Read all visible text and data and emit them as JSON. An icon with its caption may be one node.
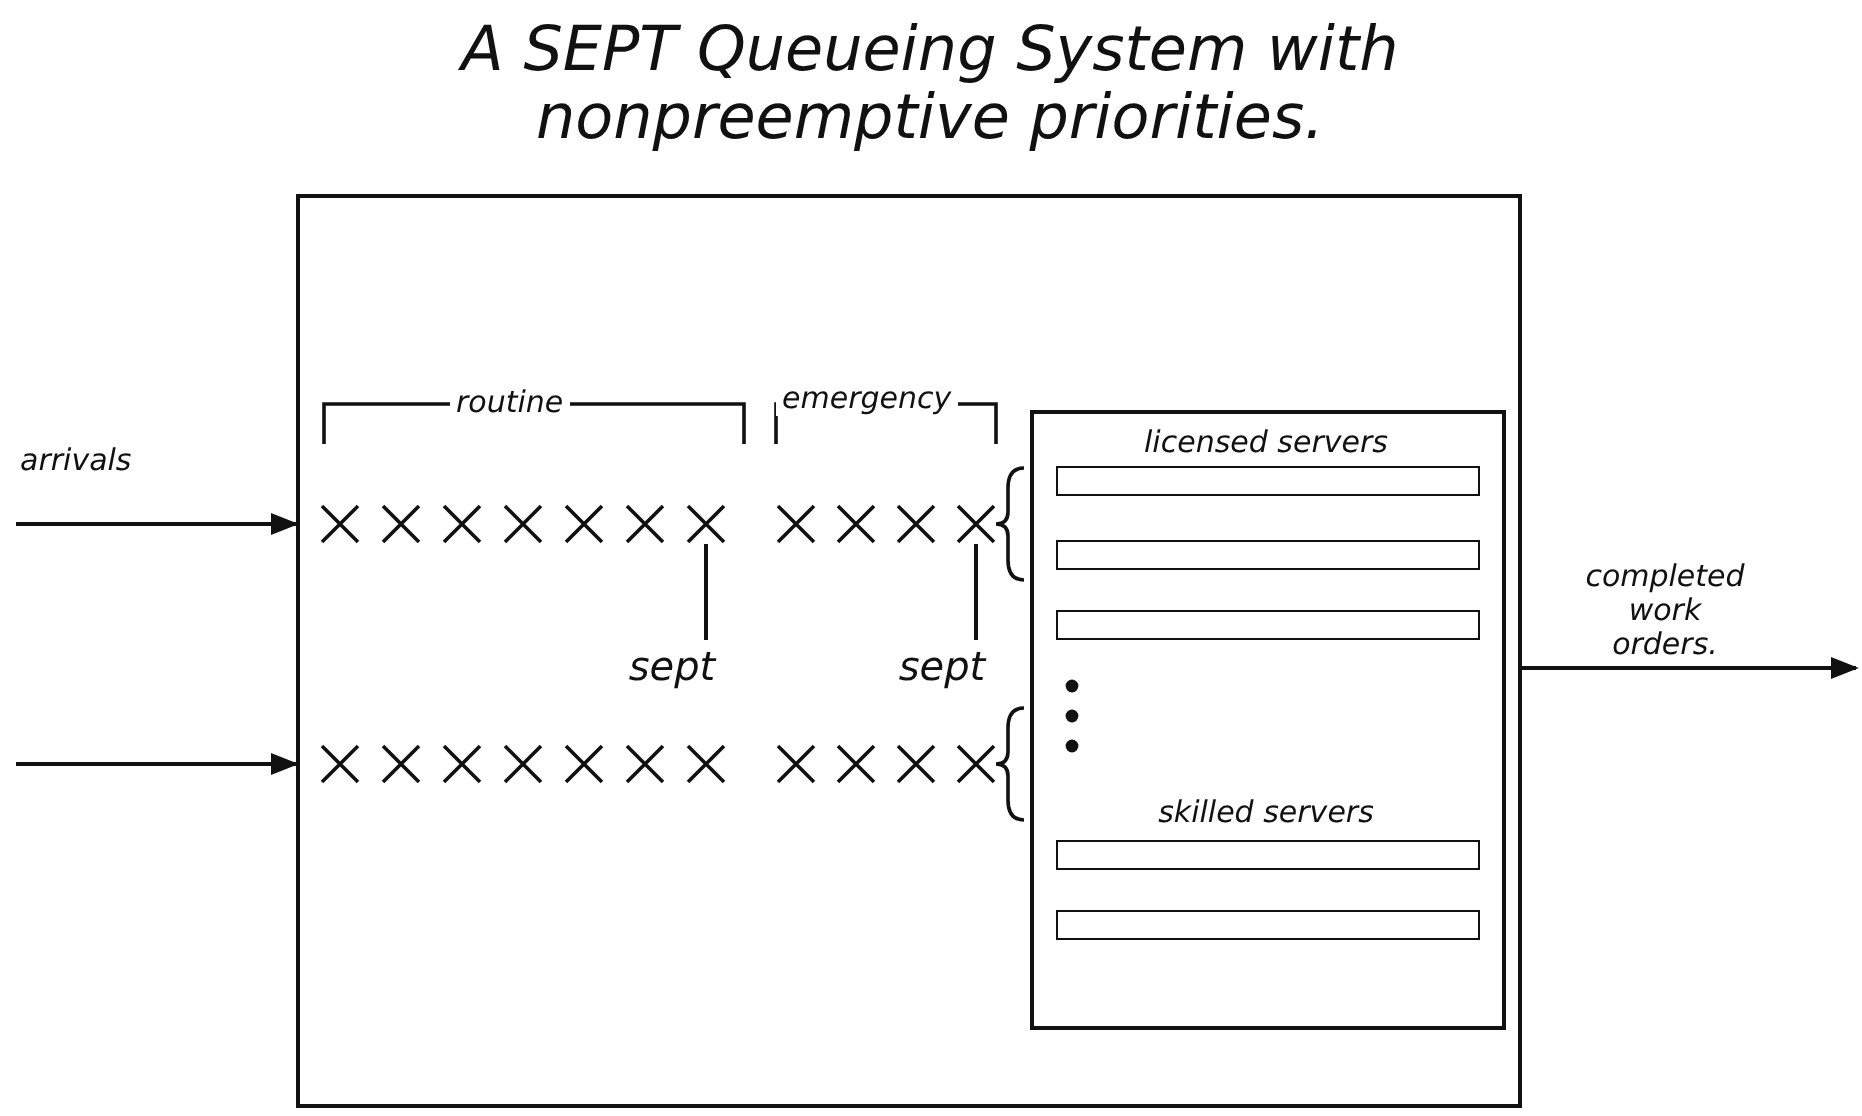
{
  "diagram": {
    "title": "A SEPT Queueing System with nonpreemptive priorities.",
    "nodes": [
      {
        "text": [],
        "shape": "box"
      },
      {
        "text": [
          "licensed servers",
          "skilled servers"
        ],
        "in": 0
      },
      {
        "text": [],
        "shape": "bar",
        "in": 1
      },
      {
        "text": [],
        "shape": "bar",
        "in": 1
      },
      {
        "text": [],
        "shape": "bar",
        "in": 1
      },
      {
        "text": [],
        "shape": "bar",
        "in": 1
      },
      {
        "text": [],
        "shape": "bar",
        "in": 1
      },
      {
        "text": [
          "sept"
        ],
        "in": 0
      },
      {
        "text": [
          "sept"
        ],
        "in": 0
      },
      {
        "text": [],
        "shape": "cross",
        "in": 0
      },
      {
        "text": [],
        "shape": "cross",
        "in": 0
      }
    ],
    "edges": [
      {
        "from": null,
        "to": 0,
        "arrow": "to",
        "label": "arrivals"
      },
      {
        "from": null,
        "to": 0,
        "arrow": "to"
      },
      {
        "from": 0,
        "to": null,
        "arrow": "to",
        "label": "completed work orders."
      },
      {
        "from": 7,
        "to": 9,
        "arrow": "none"
      },
      {
        "from": 8,
        "to": 10,
        "arrow": "none"
      }
    ],
    "labels": [
      "routine",
      "emergency"
    ]
  }
}
